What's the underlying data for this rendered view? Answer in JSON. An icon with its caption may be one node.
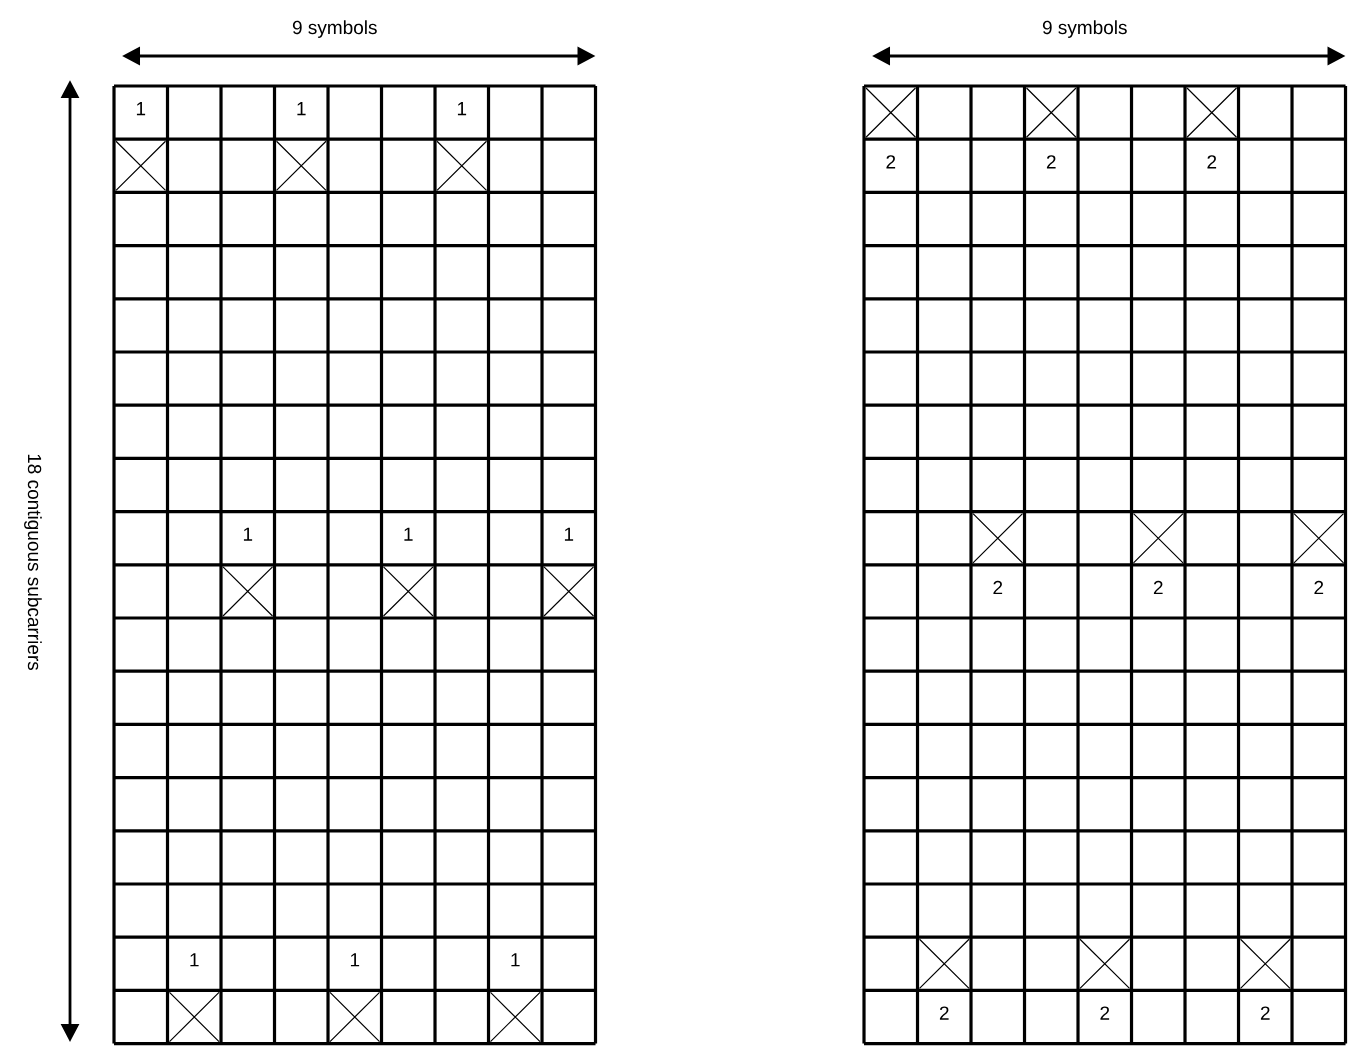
{
  "diagram": {
    "labels": [
      "9 symbols",
      "9 symbols",
      "18 contiguous subcarriers",
      "1",
      "1",
      "1",
      "1",
      "1",
      "1",
      "1",
      "1",
      "1",
      "2",
      "2",
      "2",
      "2",
      "2",
      "2",
      "2",
      "2",
      "2"
    ]
  }
}
